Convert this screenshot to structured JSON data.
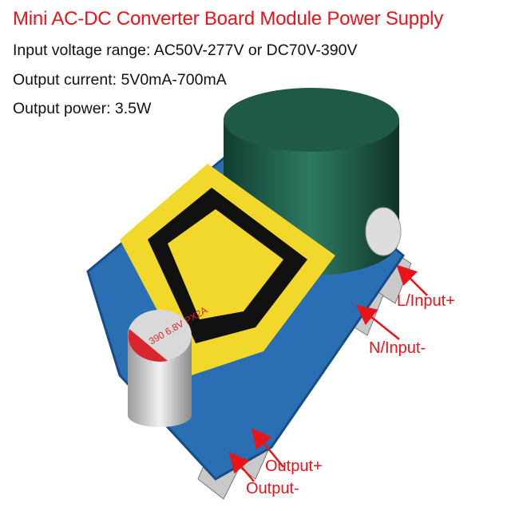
{
  "title": "Mini AC-DC Converter Board Module Power Supply",
  "specs": [
    "Input voltage range: AC50V-277V or DC70V-390V",
    "Output current: 5V0mA-700mA",
    "Output power: 3.5W"
  ],
  "labels": {
    "l_input": "L/Input+",
    "n_input": "N/Input-",
    "output_plus": "Output+",
    "output_minus": "Output-"
  },
  "small_capacitor_marking": [
    "390",
    "6.8V",
    "PX2A"
  ],
  "colors": {
    "title": "#e8141a",
    "label": "#e8141a",
    "pcb": "#2a6fb3",
    "large_capacitor": "#1f5a48",
    "transformer_core": "#f2d82a"
  }
}
